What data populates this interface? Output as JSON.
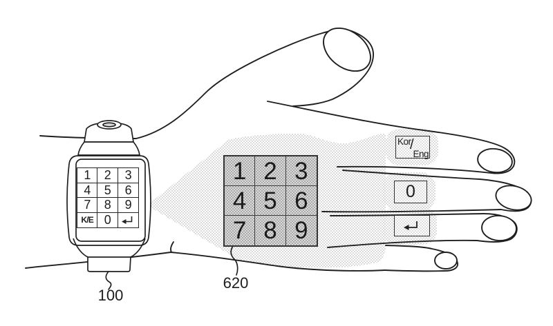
{
  "reference_labels": {
    "watch": "100",
    "projected_keypad": "620"
  },
  "watch": {
    "keypad": {
      "rows": [
        [
          "1",
          "2",
          "3"
        ],
        [
          "4",
          "5",
          "6"
        ],
        [
          "7",
          "8",
          "9"
        ]
      ],
      "mode_key": "K/E",
      "zero_key": "0",
      "enter_icon": "return-arrow-icon"
    }
  },
  "projected_keypad": {
    "rows": [
      [
        "1",
        "2",
        "3"
      ],
      [
        "4",
        "5",
        "6"
      ],
      [
        "7",
        "8",
        "9"
      ]
    ]
  },
  "finger_keys": {
    "language_key": {
      "top": "Kor",
      "separator": "/",
      "bottom": "Eng"
    },
    "zero_key": "0",
    "enter_icon": "return-arrow-icon"
  },
  "colors": {
    "line": "#1f1f1f",
    "stipple_dot": "#8f8f8f",
    "key_border": "#2e2e2e",
    "background": "#ffffff"
  }
}
